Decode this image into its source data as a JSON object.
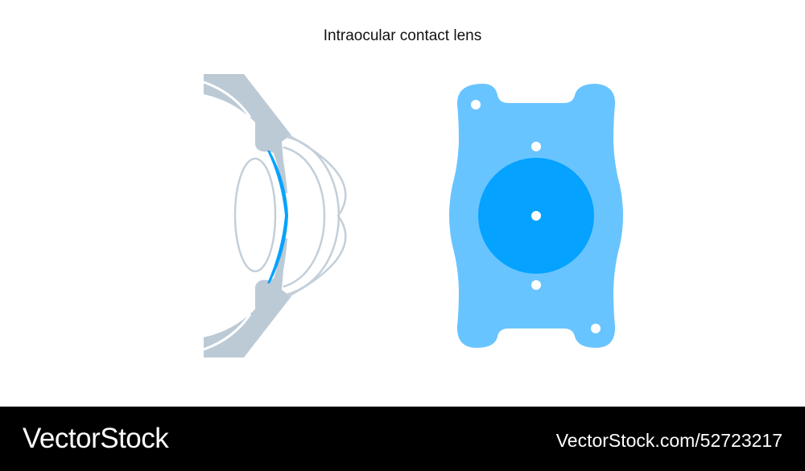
{
  "title": "Intraocular contact lens",
  "colors": {
    "tissue": "#bccad6",
    "lens_outline": "#c3cfd9",
    "implant_blue": "#05a2ff",
    "implant_body": "#68c4ff",
    "optic": "#05a2ff"
  },
  "footer": {
    "brand": "VectorStock",
    "image_id": "VectorStock.com/52723217"
  }
}
